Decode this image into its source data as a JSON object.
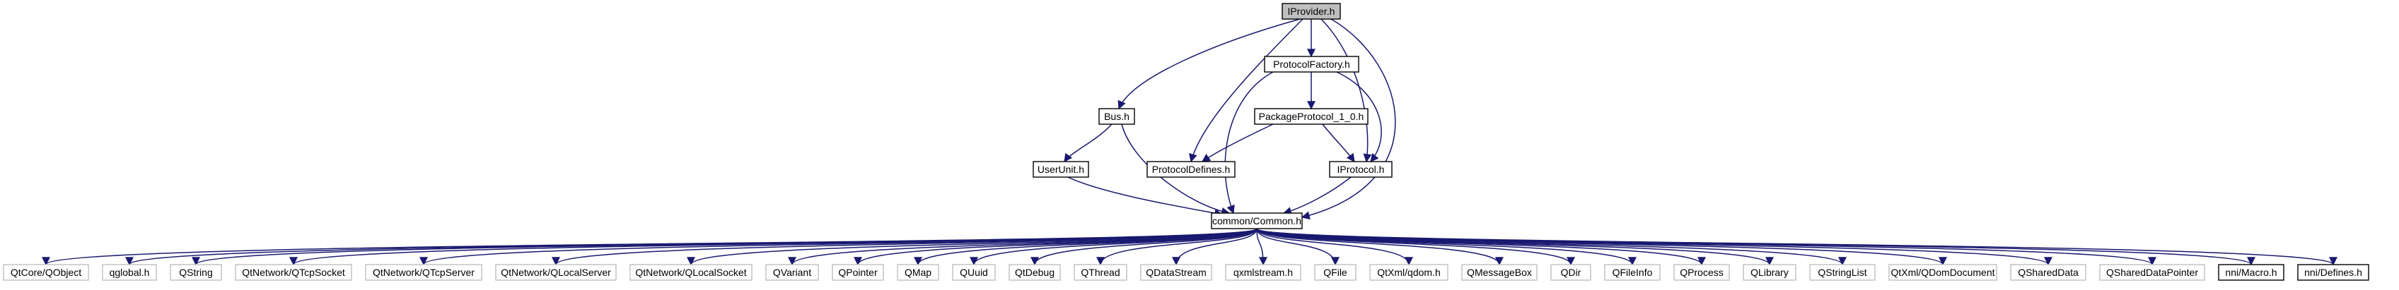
{
  "graph": {
    "colors": {
      "edge": "#191970",
      "root_fill": "#bfbfbf",
      "node_fill": "#ffffff",
      "node_border": "#000000",
      "external_border": "#bfbfbf",
      "text": "#000000"
    },
    "nodes": [
      {
        "id": "iprovider",
        "label": "IProvider.h",
        "kind": "root"
      },
      {
        "id": "bus",
        "label": "Bus.h",
        "kind": "internal"
      },
      {
        "id": "protocolfactory",
        "label": "ProtocolFactory.h",
        "kind": "internal"
      },
      {
        "id": "packageprotocol",
        "label": "PackageProtocol_1_0.h",
        "kind": "internal"
      },
      {
        "id": "userunit",
        "label": "UserUnit.h",
        "kind": "internal"
      },
      {
        "id": "protocoldefines",
        "label": "ProtocolDefines.h",
        "kind": "internal"
      },
      {
        "id": "iprotocol",
        "label": "IProtocol.h",
        "kind": "internal"
      },
      {
        "id": "common",
        "label": "common/Common.h",
        "kind": "internal"
      },
      {
        "id": "qobject",
        "label": "QtCore/QObject",
        "kind": "external"
      },
      {
        "id": "qglobal",
        "label": "qglobal.h",
        "kind": "external"
      },
      {
        "id": "qstring",
        "label": "QString",
        "kind": "external"
      },
      {
        "id": "qtcpsocket",
        "label": "QtNetwork/QTcpSocket",
        "kind": "external"
      },
      {
        "id": "qtcpserver",
        "label": "QtNetwork/QTcpServer",
        "kind": "external"
      },
      {
        "id": "qlocalserver",
        "label": "QtNetwork/QLocalServer",
        "kind": "external"
      },
      {
        "id": "qlocalsocket",
        "label": "QtNetwork/QLocalSocket",
        "kind": "external"
      },
      {
        "id": "qvariant",
        "label": "QVariant",
        "kind": "external"
      },
      {
        "id": "qpointer",
        "label": "QPointer",
        "kind": "external"
      },
      {
        "id": "qmap",
        "label": "QMap",
        "kind": "external"
      },
      {
        "id": "quuid",
        "label": "QUuid",
        "kind": "external"
      },
      {
        "id": "qdebug",
        "label": "QtDebug",
        "kind": "external"
      },
      {
        "id": "qthread",
        "label": "QThread",
        "kind": "external"
      },
      {
        "id": "qdatastream",
        "label": "QDataStream",
        "kind": "external"
      },
      {
        "id": "qxmlstream",
        "label": "qxmlstream.h",
        "kind": "external"
      },
      {
        "id": "qfile",
        "label": "QFile",
        "kind": "external"
      },
      {
        "id": "qdom",
        "label": "QtXml/qdom.h",
        "kind": "external"
      },
      {
        "id": "qmessagebox",
        "label": "QMessageBox",
        "kind": "external"
      },
      {
        "id": "qdir",
        "label": "QDir",
        "kind": "external"
      },
      {
        "id": "qfileinfo",
        "label": "QFileInfo",
        "kind": "external"
      },
      {
        "id": "qprocess",
        "label": "QProcess",
        "kind": "external"
      },
      {
        "id": "qlibrary",
        "label": "QLibrary",
        "kind": "external"
      },
      {
        "id": "qstringlist",
        "label": "QStringList",
        "kind": "external"
      },
      {
        "id": "qdomdocument",
        "label": "QtXml/QDomDocument",
        "kind": "external"
      },
      {
        "id": "qshareddata",
        "label": "QSharedData",
        "kind": "external"
      },
      {
        "id": "qshareddatapointer",
        "label": "QSharedDataPointer",
        "kind": "external"
      },
      {
        "id": "nnimacro",
        "label": "nni/Macro.h",
        "kind": "internal"
      },
      {
        "id": "nnidefines",
        "label": "nni/Defines.h",
        "kind": "internal"
      }
    ],
    "edges": [
      [
        "iprovider",
        "bus"
      ],
      [
        "iprovider",
        "protocolfactory"
      ],
      [
        "iprovider",
        "protocoldefines"
      ],
      [
        "iprovider",
        "iprotocol"
      ],
      [
        "iprovider",
        "common"
      ],
      [
        "bus",
        "userunit"
      ],
      [
        "bus",
        "common"
      ],
      [
        "protocolfactory",
        "packageprotocol"
      ],
      [
        "protocolfactory",
        "iprotocol"
      ],
      [
        "protocolfactory",
        "common"
      ],
      [
        "packageprotocol",
        "protocoldefines"
      ],
      [
        "packageprotocol",
        "iprotocol"
      ],
      [
        "userunit",
        "common"
      ],
      [
        "iprotocol",
        "common"
      ],
      [
        "common",
        "qobject"
      ],
      [
        "common",
        "qglobal"
      ],
      [
        "common",
        "qstring"
      ],
      [
        "common",
        "qtcpsocket"
      ],
      [
        "common",
        "qtcpserver"
      ],
      [
        "common",
        "qlocalserver"
      ],
      [
        "common",
        "qlocalsocket"
      ],
      [
        "common",
        "qvariant"
      ],
      [
        "common",
        "qpointer"
      ],
      [
        "common",
        "qmap"
      ],
      [
        "common",
        "quuid"
      ],
      [
        "common",
        "qdebug"
      ],
      [
        "common",
        "qthread"
      ],
      [
        "common",
        "qdatastream"
      ],
      [
        "common",
        "qxmlstream"
      ],
      [
        "common",
        "qfile"
      ],
      [
        "common",
        "qdom"
      ],
      [
        "common",
        "qmessagebox"
      ],
      [
        "common",
        "qdir"
      ],
      [
        "common",
        "qfileinfo"
      ],
      [
        "common",
        "qprocess"
      ],
      [
        "common",
        "qlibrary"
      ],
      [
        "common",
        "qstringlist"
      ],
      [
        "common",
        "qdomdocument"
      ],
      [
        "common",
        "qshareddata"
      ],
      [
        "common",
        "qshareddatapointer"
      ],
      [
        "common",
        "nnimacro"
      ],
      [
        "common",
        "nnidefines"
      ]
    ]
  }
}
